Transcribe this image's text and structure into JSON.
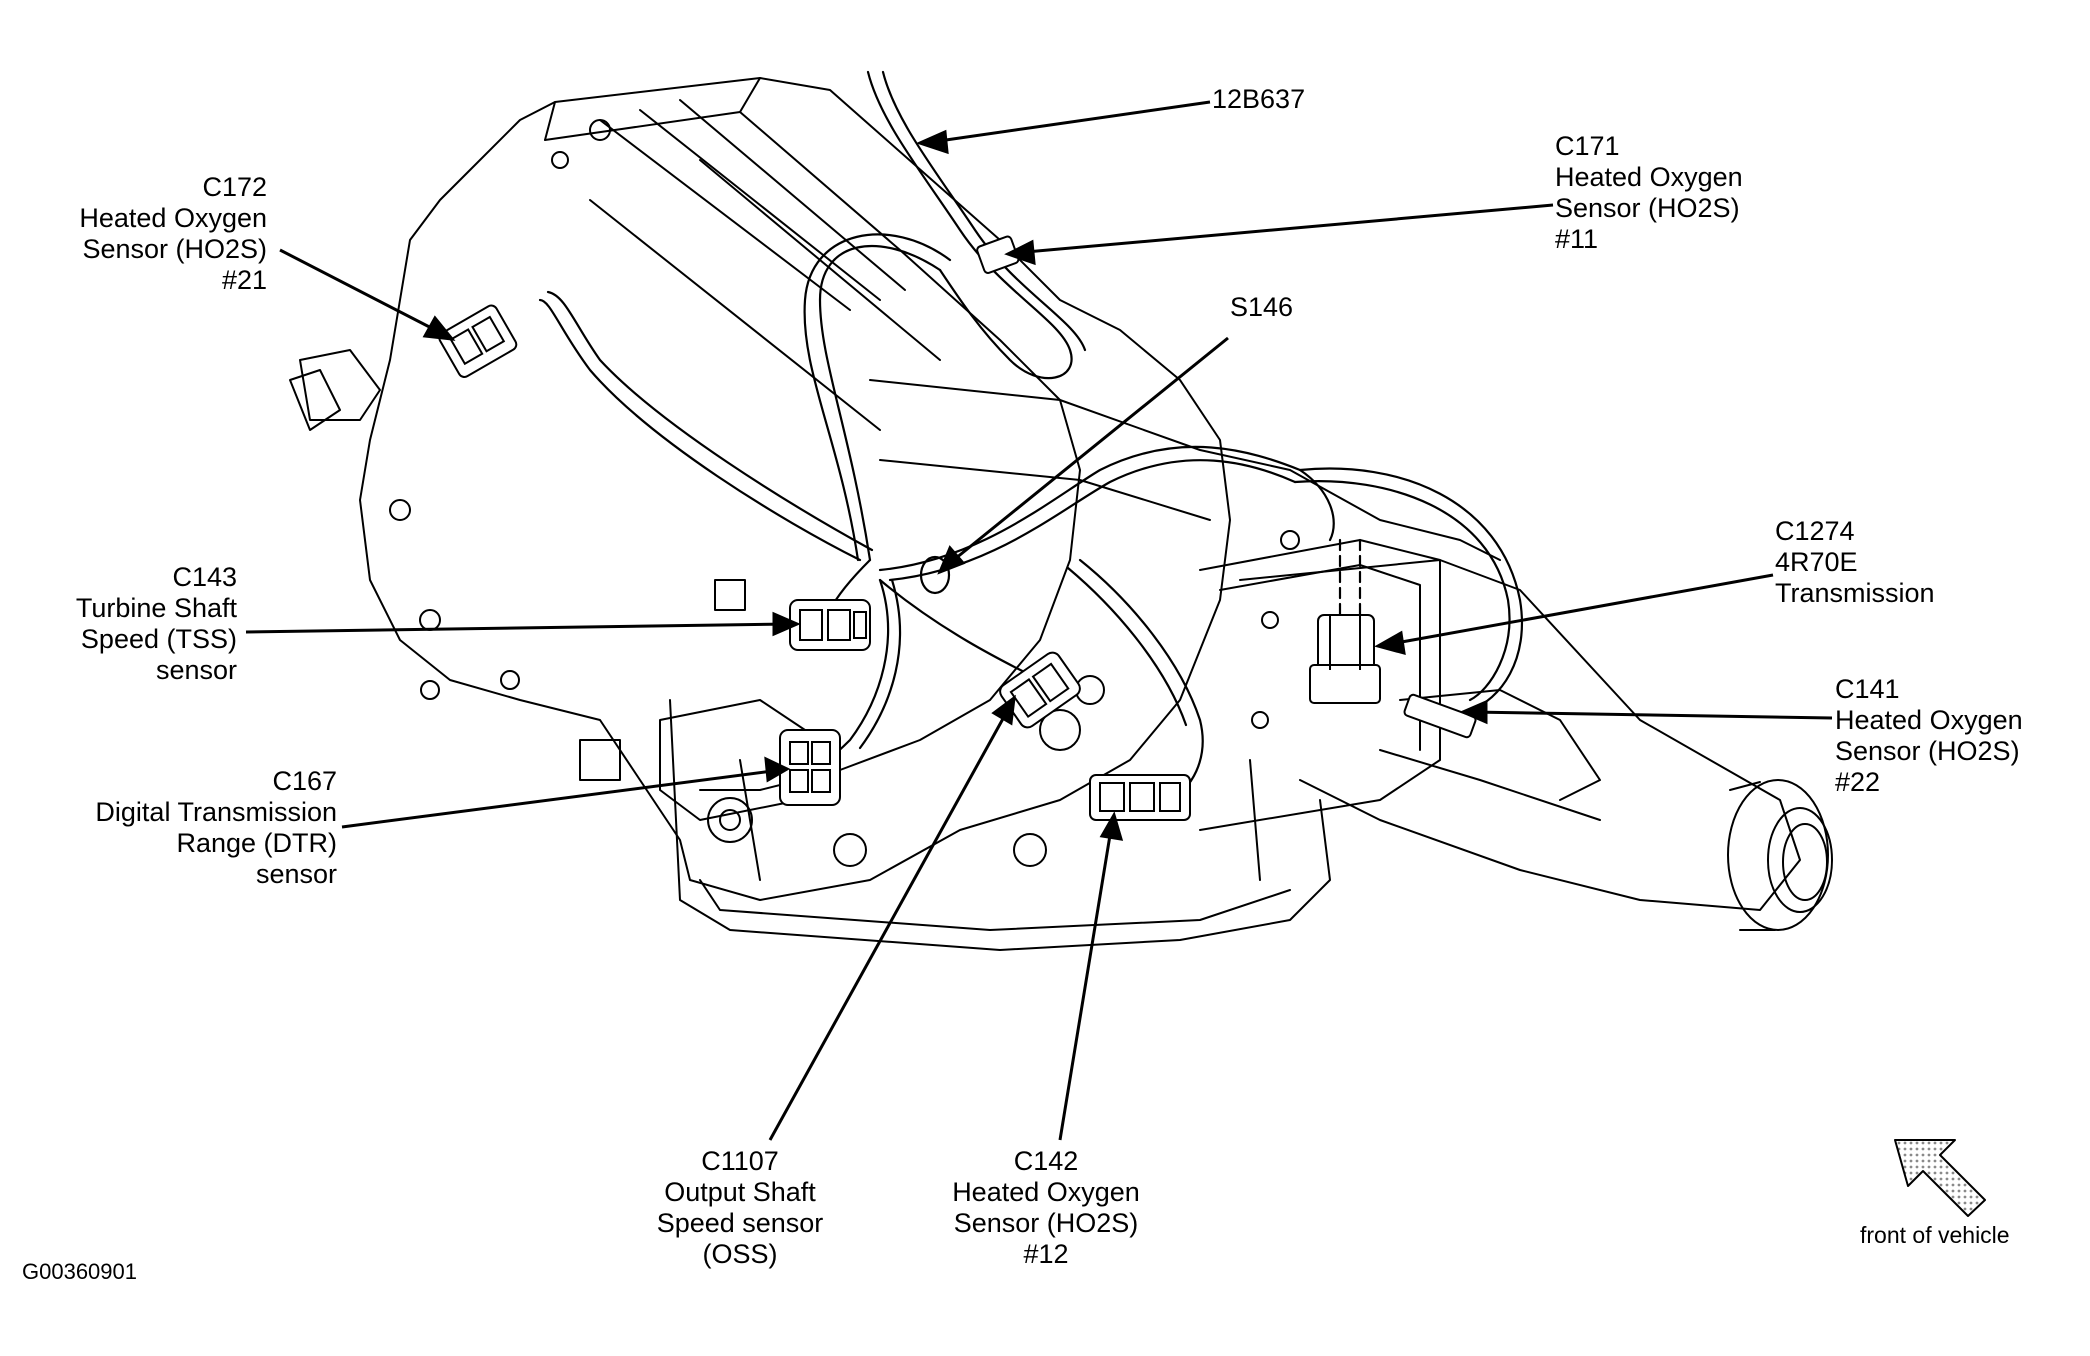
{
  "figure_id": "G00360901",
  "orientation_label": "front of vehicle",
  "callouts": {
    "harness": {
      "code": "12B637"
    },
    "c171": {
      "code": "C171",
      "line1": "Heated Oxygen",
      "line2": "Sensor (HO2S)",
      "line3": "#11"
    },
    "c172": {
      "code": "C172",
      "line1": "Heated Oxygen",
      "line2": "Sensor (HO2S)",
      "line3": "#21"
    },
    "s146": {
      "code": "S146"
    },
    "c1274": {
      "code": "C1274",
      "line1": "4R70E",
      "line2": "Transmission"
    },
    "c143": {
      "code": "C143",
      "line1": "Turbine Shaft",
      "line2": "Speed (TSS)",
      "line3": "sensor"
    },
    "c141": {
      "code": "C141",
      "line1": "Heated Oxygen",
      "line2": "Sensor (HO2S)",
      "line3": "#22"
    },
    "c167": {
      "code": "C167",
      "line1": "Digital Transmission",
      "line2": "Range (DTR)",
      "line3": "sensor"
    },
    "c1107": {
      "code": "C1107",
      "line1": "Output Shaft",
      "line2": "Speed sensor",
      "line3": "(OSS)"
    },
    "c142": {
      "code": "C142",
      "line1": "Heated Oxygen",
      "line2": "Sensor (HO2S)",
      "line3": "#12"
    }
  },
  "colors": {
    "line": "#000000",
    "arrow_fill": "#b8b8b8",
    "background": "#ffffff"
  }
}
